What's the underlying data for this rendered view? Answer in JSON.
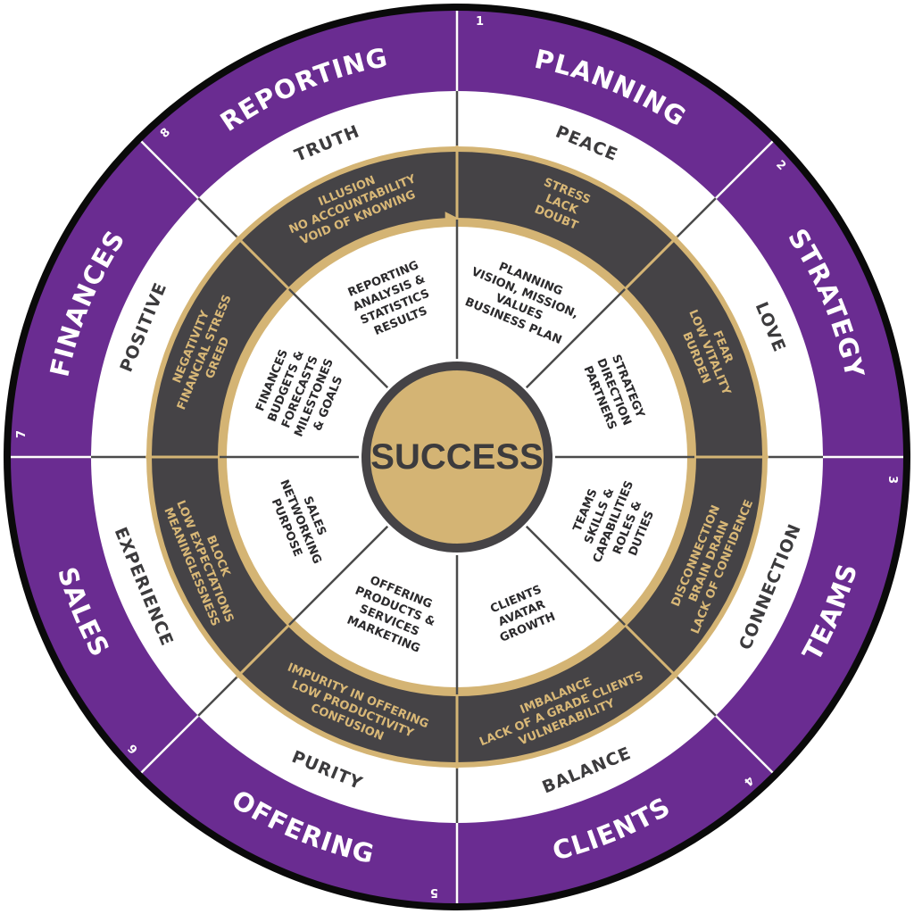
{
  "center_label": "SUCCESS",
  "segments": [
    {
      "number": "1",
      "name": "PLANNING",
      "value": "PEACE",
      "challenges": [
        "STRESS",
        "LACK",
        "DOUBT"
      ],
      "areas": [
        "PLANNING",
        "VISION, MISSION,",
        "VALUES",
        "BUSINESS PLAN"
      ]
    },
    {
      "number": "2",
      "name": "STRATEGY",
      "value": "LOVE",
      "challenges": [
        "FEAR",
        "LOW VITALITY",
        "BURDEN"
      ],
      "areas": [
        "STRATEGY",
        "DIRECTION",
        "PARTNERS"
      ]
    },
    {
      "number": "3",
      "name": "TEAMS",
      "value": "CONNECTION",
      "challenges": [
        "DISCONNECTION",
        "BRAIN DRAIN",
        "LACK OF CONFIDENCE"
      ],
      "areas": [
        "TEAMS",
        "SKILLS &",
        "CAPABILITIES",
        "ROLES &",
        "DUTIES"
      ]
    },
    {
      "number": "4",
      "name": "CLIENTS",
      "value": "BALANCE",
      "challenges": [
        "IMBALANCE",
        "LACK OF A GRADE CLIENTS",
        "VULNERABILITY"
      ],
      "areas": [
        "CLIENTS",
        "AVATAR",
        "GROWTH"
      ]
    },
    {
      "number": "5",
      "name": "OFFERING",
      "value": "PURITY",
      "challenges": [
        "IMPURITY IN OFFERING",
        "LOW PRODUCTIVITY",
        "CONFUSION"
      ],
      "areas": [
        "OFFERING",
        "PRODUCTS &",
        "SERVICES",
        "MARKETING"
      ]
    },
    {
      "number": "6",
      "name": "SALES",
      "value": "EXPERIENCE",
      "challenges": [
        "BLOCK",
        "LOW EXPECTATIONS",
        "MEANINGLESSNESS"
      ],
      "areas": [
        "SALES",
        "NETWORKING",
        "PURPOSE"
      ]
    },
    {
      "number": "7",
      "name": "FINANCES",
      "value": "POSITIVE",
      "challenges": [
        "NEGATIVITY",
        "FINANCIAL STRESS",
        "GREED"
      ],
      "areas": [
        "FINANCES",
        "BUDGETS &",
        "FORECASTS",
        "MILESTONES",
        "& GOALS"
      ]
    },
    {
      "number": "8",
      "name": "REPORTING",
      "value": "TRUTH",
      "challenges": [
        "ILLUSION",
        "NO ACCOUNTABILITY",
        "VOID OF KNOWING"
      ],
      "areas": [
        "REPORTING",
        "ANALYSIS &",
        "STATISTICS",
        "RESULTS"
      ]
    }
  ],
  "colors": {
    "purple": "#6a2c91",
    "dark": "#454346",
    "gold": "#d4b474",
    "gold_text": "#d9b877",
    "text_dark": "#3c3b3d",
    "white": "#ffffff",
    "black": "#0a0a0a"
  }
}
